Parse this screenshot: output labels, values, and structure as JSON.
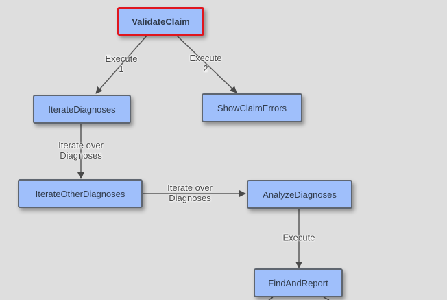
{
  "nodes": {
    "validate_claim": "ValidateClaim",
    "iterate_diagnoses": "IterateDiagnoses",
    "show_claim_errors": "ShowClaimErrors",
    "iterate_other_diagnoses": "IterateOtherDiagnoses",
    "analyze_diagnoses": "AnalyzeDiagnoses",
    "find_and_report": "FindAndReport"
  },
  "edges": {
    "e1_line1": "Execute",
    "e1_line2": "1",
    "e2_line1": "Execute",
    "e2_line2": "2",
    "e3_line1": "Iterate over",
    "e3_line2": "Diagnoses",
    "e4_line1": "Iterate over",
    "e4_line2": "Diagnoses",
    "e5": "Execute"
  },
  "colors": {
    "node_fill": "#9fbffb",
    "selected_border": "#e0161e",
    "background": "#dedede"
  }
}
